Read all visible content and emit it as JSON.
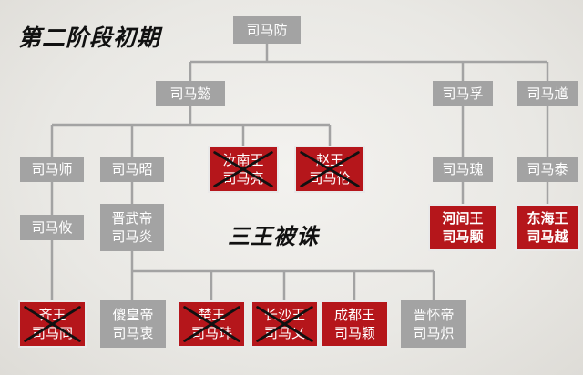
{
  "heading": "第二阶段初期",
  "event_label": "三王被诛",
  "colors": {
    "line": "#a3a3a3",
    "gray_box": "#a3a3a3",
    "red_box": "#b5161b",
    "cross": "#111111",
    "background": "#ecebe7"
  },
  "nodes": {
    "sima_fang": {
      "lines": [
        "司马防"
      ],
      "style": "gray",
      "crossed": false
    },
    "sima_yi": {
      "lines": [
        "司马懿"
      ],
      "style": "gray",
      "crossed": false
    },
    "sima_fu": {
      "lines": [
        "司马孚"
      ],
      "style": "gray",
      "crossed": false
    },
    "sima_kui": {
      "lines": [
        "司马馗"
      ],
      "style": "gray",
      "crossed": false
    },
    "sima_shi": {
      "lines": [
        "司马师"
      ],
      "style": "gray",
      "crossed": false
    },
    "sima_zhao": {
      "lines": [
        "司马昭"
      ],
      "style": "gray",
      "crossed": false
    },
    "runan_wang": {
      "lines": [
        "汝南王",
        "司马亮"
      ],
      "style": "red",
      "crossed": true
    },
    "zhao_wang": {
      "lines": [
        "赵王",
        "司马伦"
      ],
      "style": "red",
      "crossed": true
    },
    "sima_gui": {
      "lines": [
        "司马瑰"
      ],
      "style": "gray",
      "crossed": false
    },
    "sima_tai": {
      "lines": [
        "司马泰"
      ],
      "style": "gray",
      "crossed": false
    },
    "sima_you": {
      "lines": [
        "司马攸"
      ],
      "style": "gray",
      "crossed": false
    },
    "jin_wudi": {
      "lines": [
        "晋武帝",
        "司马炎"
      ],
      "style": "gray",
      "crossed": false
    },
    "hejian_wang": {
      "lines": [
        "河间王",
        "司马颙"
      ],
      "style": "red",
      "crossed": false
    },
    "donghai_wang": {
      "lines": [
        "东海王",
        "司马越"
      ],
      "style": "red",
      "crossed": false
    },
    "qi_wang": {
      "lines": [
        "齐王",
        "司马冏"
      ],
      "style": "red",
      "crossed": true
    },
    "sha_huangdi": {
      "lines": [
        "傻皇帝",
        "司马衷"
      ],
      "style": "gray",
      "crossed": false
    },
    "chu_wang": {
      "lines": [
        "楚王",
        "司马玮"
      ],
      "style": "red",
      "crossed": true
    },
    "changsha_wang": {
      "lines": [
        "长沙王",
        "司马乂"
      ],
      "style": "red",
      "crossed": true
    },
    "chengdu_wang": {
      "lines": [
        "成都王",
        "司马颖"
      ],
      "style": "red",
      "crossed": false
    },
    "jin_huaidi": {
      "lines": [
        "晋怀帝",
        "司马炽"
      ],
      "style": "gray",
      "crossed": false
    }
  }
}
